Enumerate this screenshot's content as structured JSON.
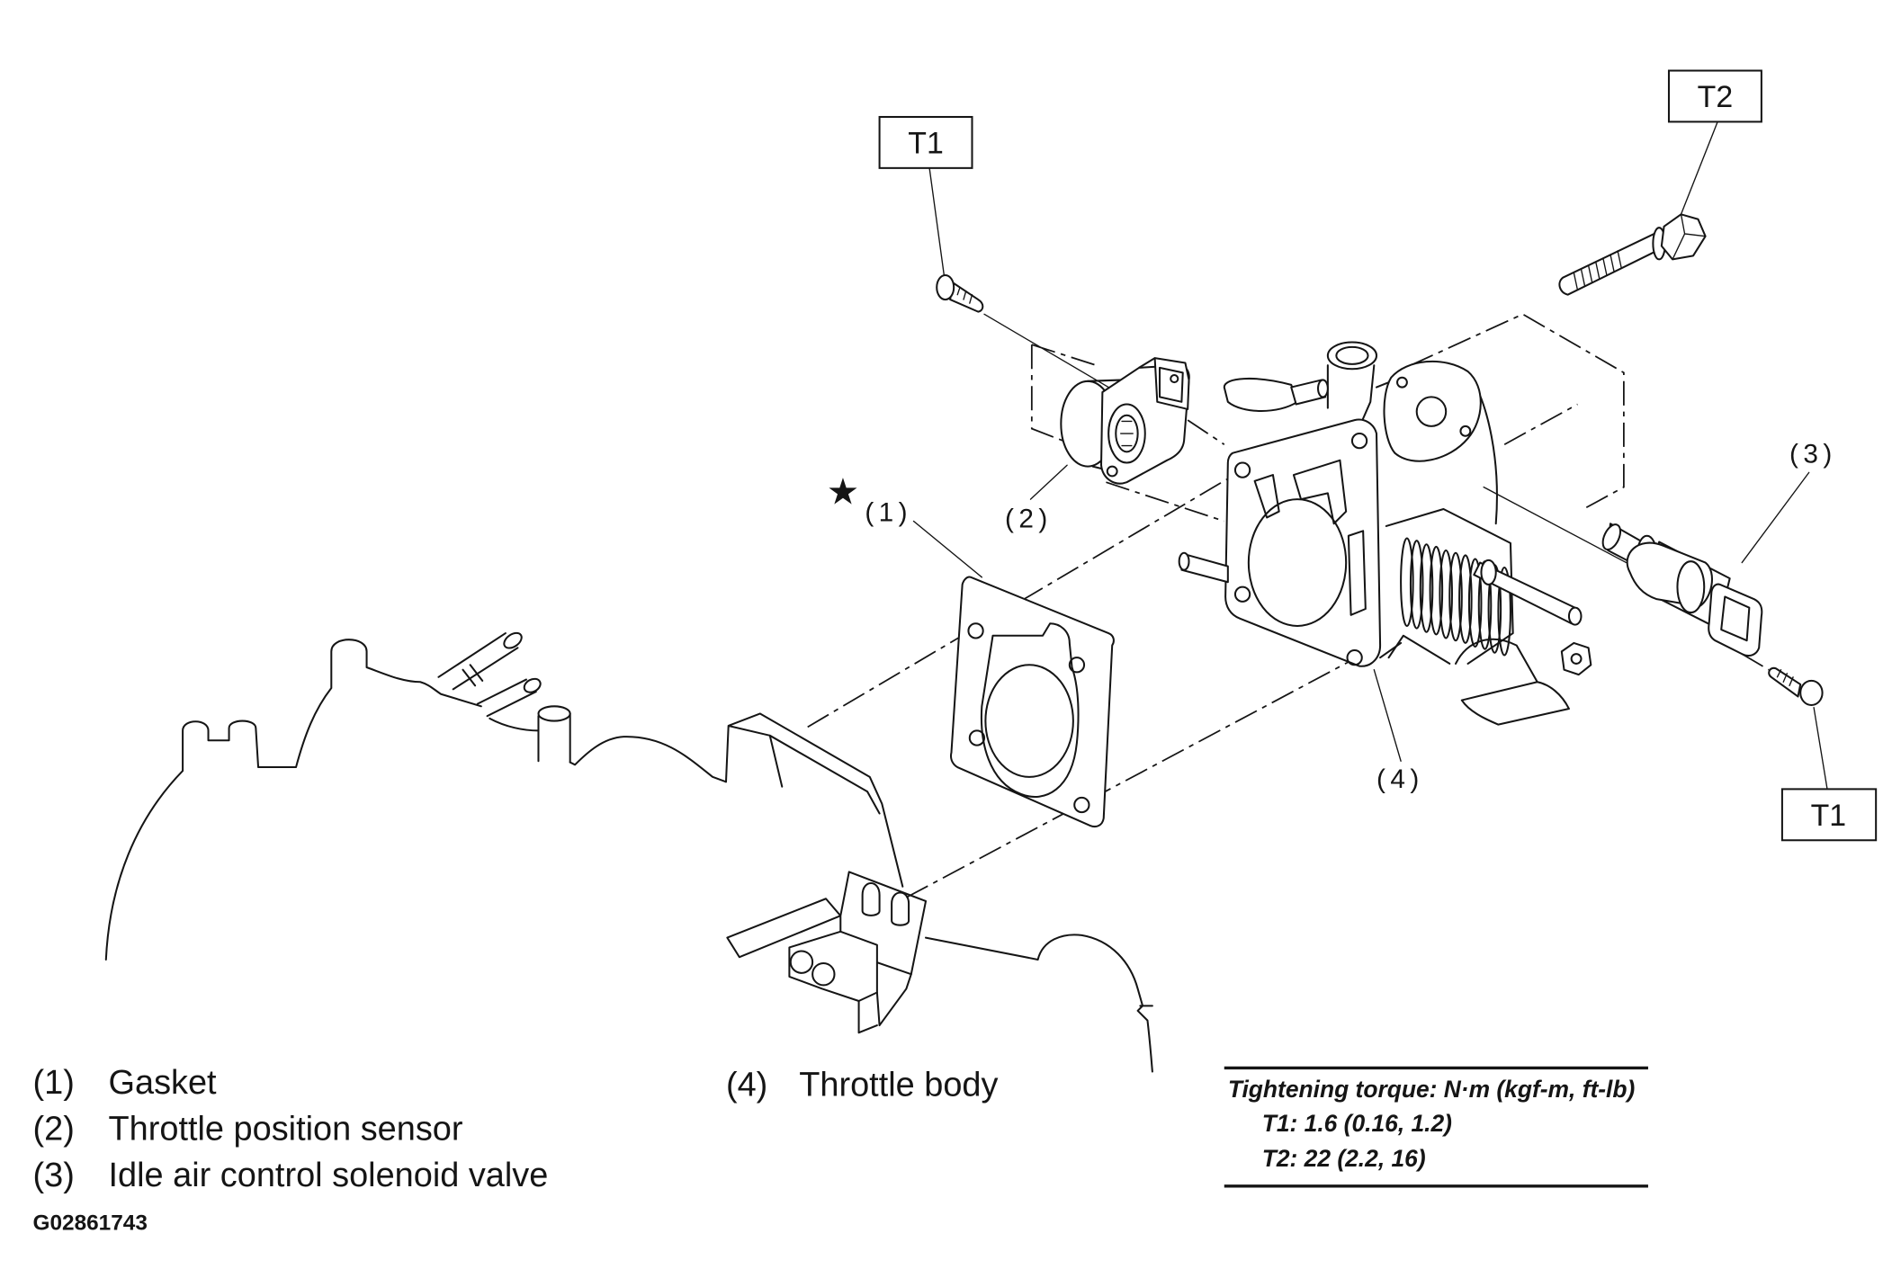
{
  "callouts": {
    "t1_upper": "T1",
    "t2": "T2",
    "t1_lower": "T1",
    "star": "★",
    "part_1": "(1)",
    "part_2": "(2)",
    "part_3": "(3)",
    "part_4": "(4)"
  },
  "legend": [
    {
      "num": "(1)",
      "label": "Gasket"
    },
    {
      "num": "(2)",
      "label": "Throttle position sensor"
    },
    {
      "num": "(3)",
      "label": "Idle air control solenoid valve"
    },
    {
      "num": "(4)",
      "label": "Throttle body"
    }
  ],
  "figure_id": "G02861743",
  "torque": {
    "heading": "Tightening torque: N·m (kgf-m, ft-lb)",
    "rows": [
      "T1: 1.6 (0.16, 1.2)",
      "T2: 22 (2.2, 16)"
    ]
  }
}
